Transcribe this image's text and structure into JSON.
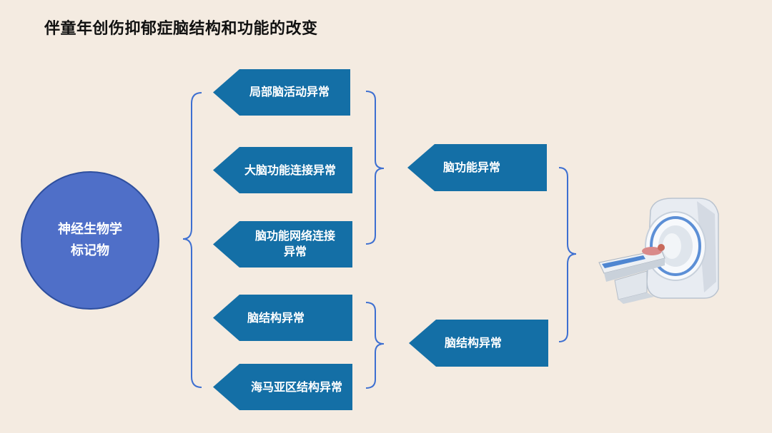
{
  "title": "伴童年创伤抑郁症脑结构和功能的改变",
  "colors": {
    "background": "#f4ebe1",
    "arrow_fill": "#146fa6",
    "bracket": "#3d6fd1",
    "circle_fill": "#4f6fc8",
    "circle_stroke": "#2e4f9e"
  },
  "diagram": {
    "root": "神经生物学\n标记物",
    "level1": [
      "局部脑活动异常",
      "大脑功能连接异常",
      "脑功能网络连接\n异常",
      "脑结构异常",
      "海马亚区结构异常"
    ],
    "level2": [
      "脑功能异常",
      "脑结构异常"
    ],
    "image": "mri-scanner-icon"
  }
}
